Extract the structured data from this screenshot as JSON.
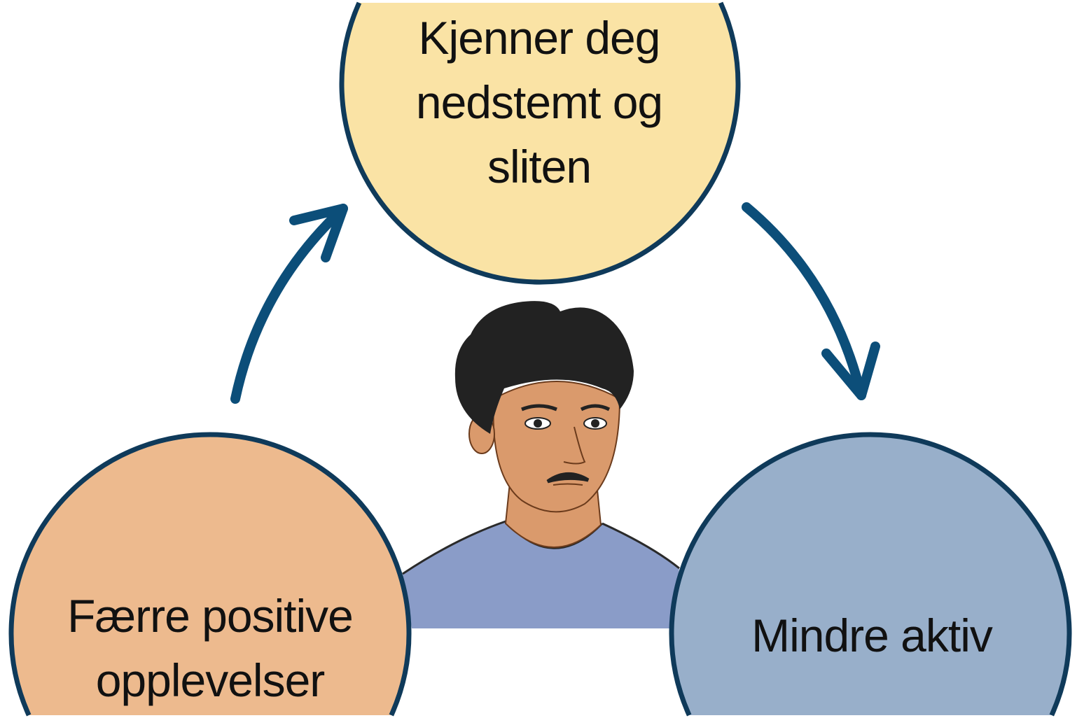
{
  "cycle": {
    "top": {
      "label_lines": [
        "Kjenner deg",
        "nedstemt og",
        "sliten"
      ],
      "fill": "#FAE3A5"
    },
    "right": {
      "label_lines": [
        "Mindre aktiv"
      ],
      "fill": "#98AFCA"
    },
    "left": {
      "label_lines": [
        "Færre positive",
        "opplevelser"
      ],
      "fill": "#EDBA8E"
    }
  },
  "colors": {
    "outline": "#0F3A5A",
    "arrow": "#0C4E79",
    "shirt": "#8A9CC8",
    "skin": "#DA9A6C",
    "hair": "#222222"
  }
}
